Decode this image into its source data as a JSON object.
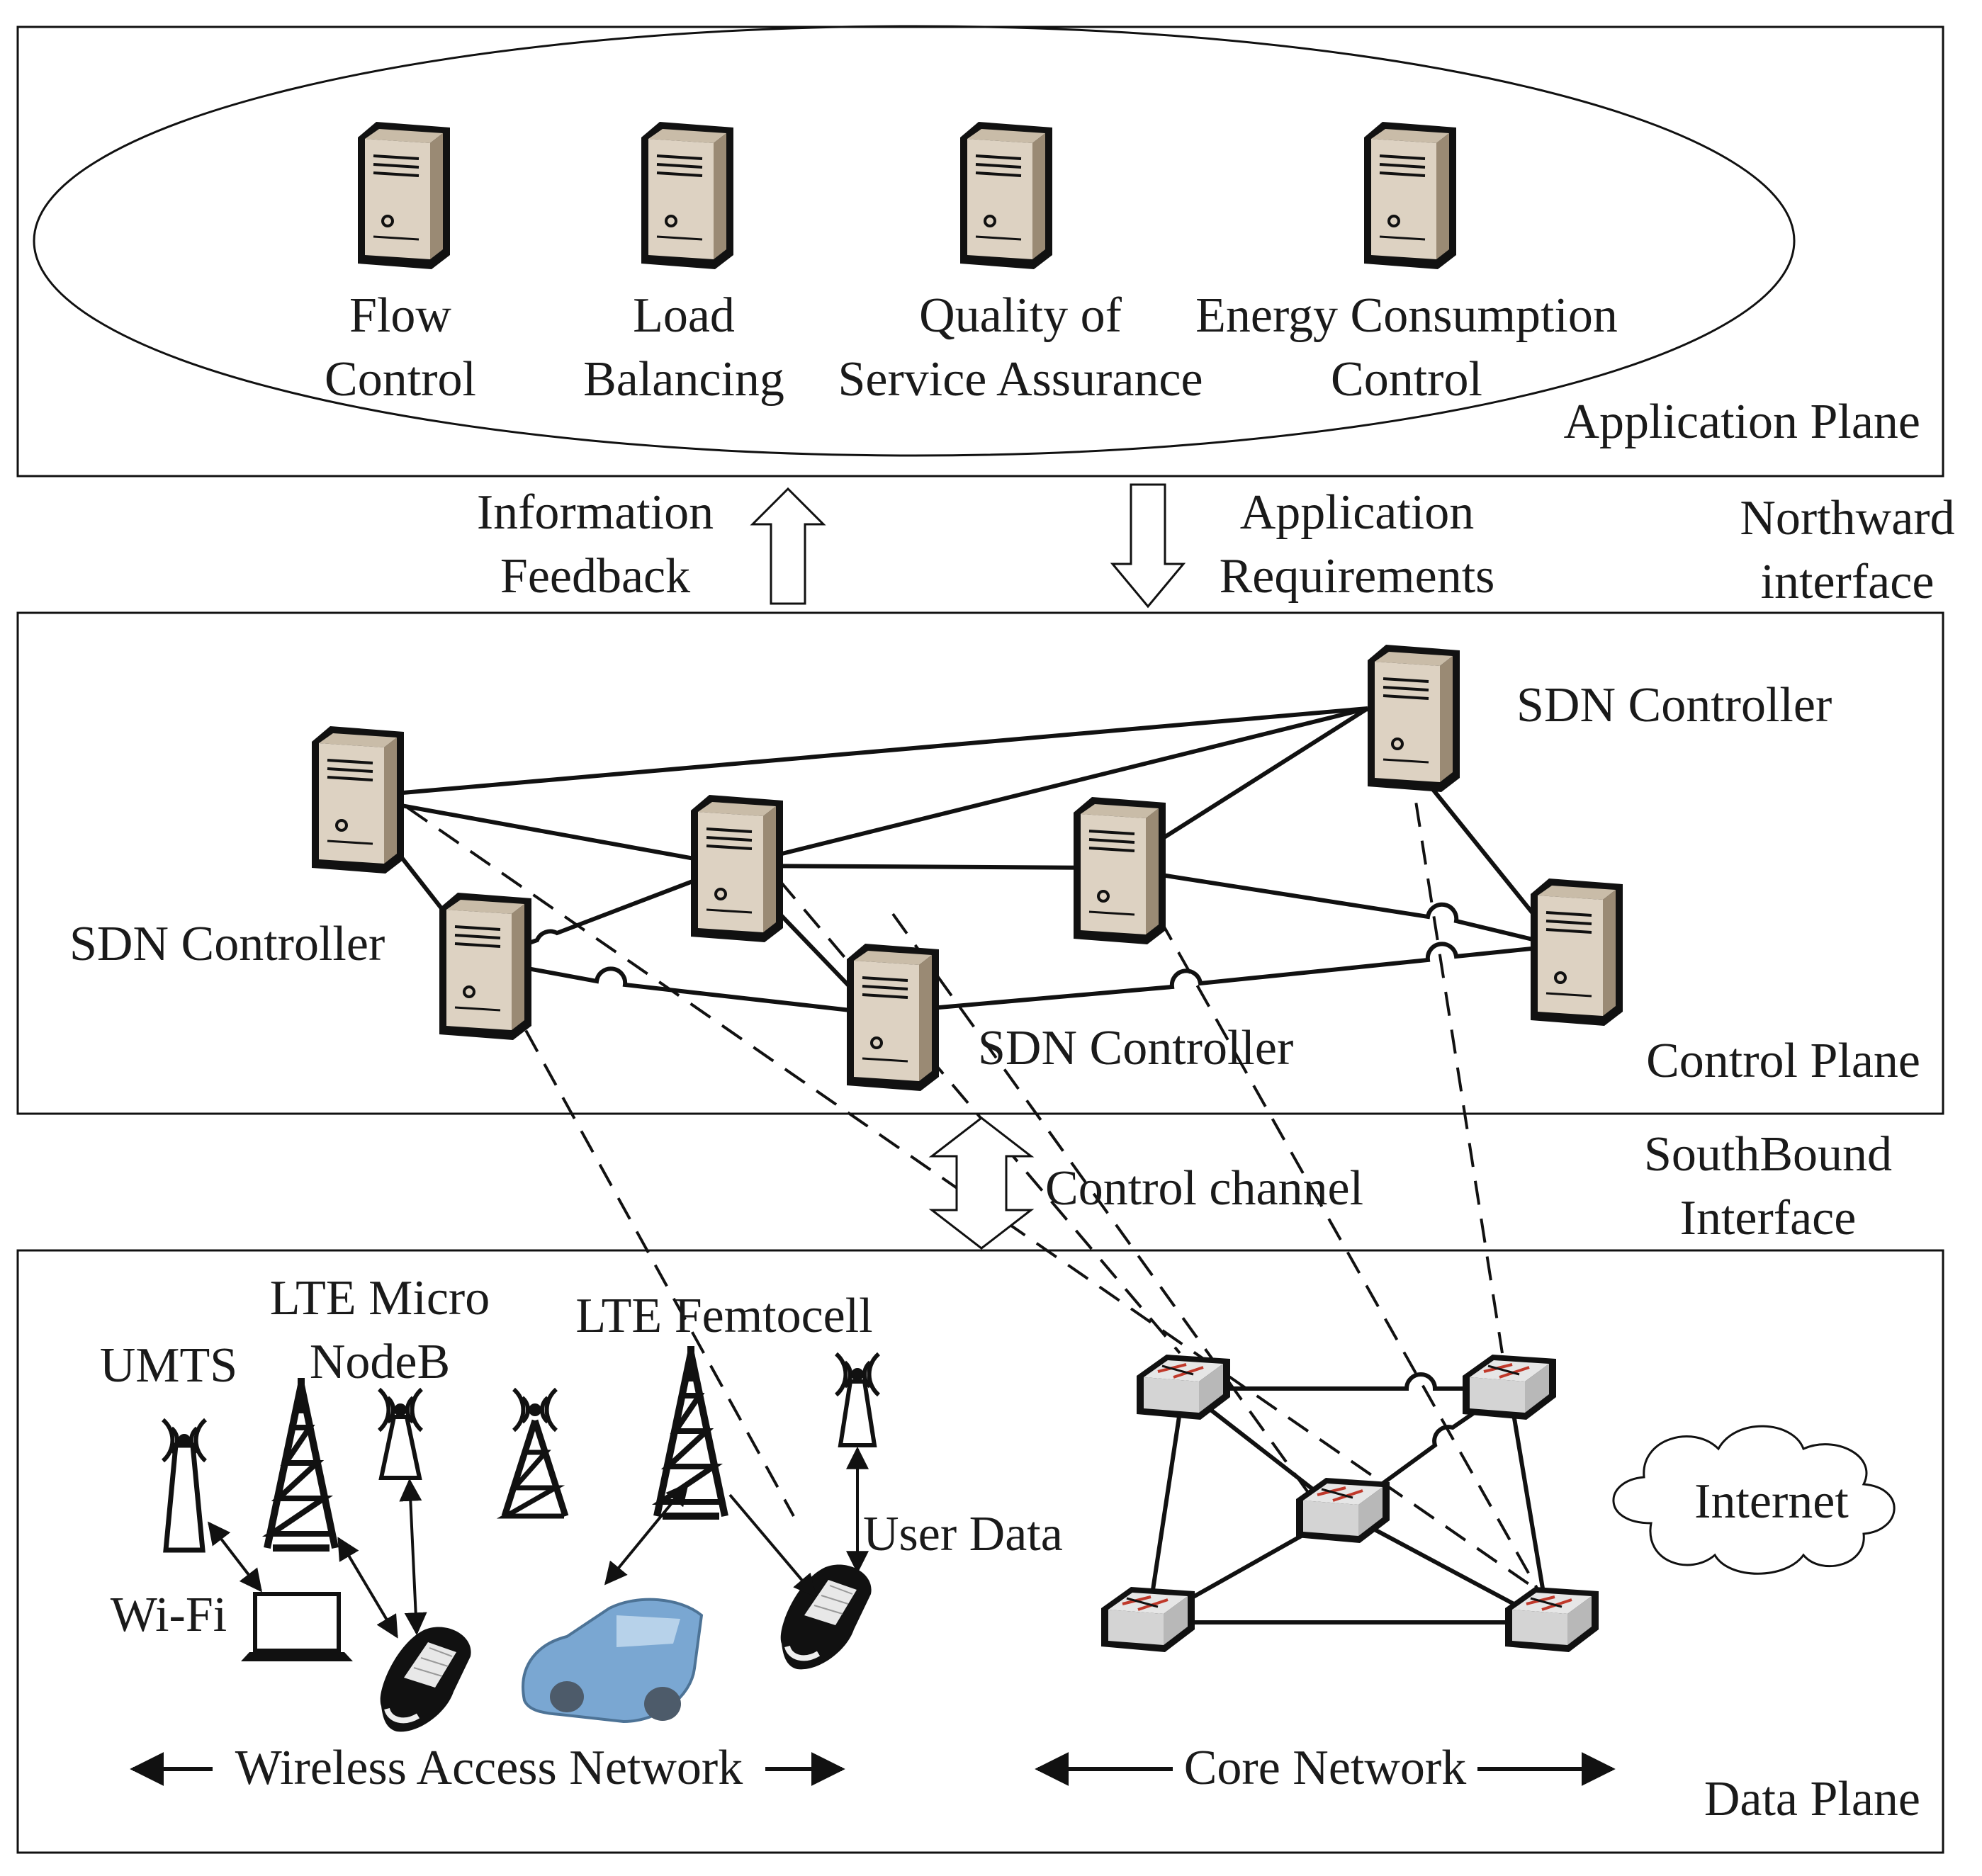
{
  "application_plane": {
    "label": "Application Plane",
    "apps": [
      {
        "icon": "server-icon",
        "lines": [
          "Flow",
          "Control"
        ]
      },
      {
        "icon": "server-icon",
        "lines": [
          "Load",
          "Balancing"
        ]
      },
      {
        "icon": "server-icon",
        "lines": [
          "Quality of",
          "Service Assurance"
        ]
      },
      {
        "icon": "server-icon",
        "lines": [
          "Energy Consumption",
          "Control"
        ]
      }
    ]
  },
  "northbound": {
    "feedback": [
      "Information",
      "Feedback"
    ],
    "requirements": [
      "Application",
      "Requirements"
    ],
    "interface": [
      "Northward",
      "interface"
    ]
  },
  "control_plane": {
    "label": "Control Plane",
    "controller_labels": [
      "SDN Controller",
      "SDN Controller",
      "SDN Controller"
    ]
  },
  "southbound": {
    "channel": "Control channel",
    "interface": [
      "SouthBound",
      "Interface"
    ]
  },
  "data_plane": {
    "label": "Data Plane",
    "umts": "UMTS",
    "lte_micro": [
      "LTE Micro",
      "NodeB"
    ],
    "lte_femto": "LTE Femtocell",
    "wifi": "Wi-Fi",
    "user_data": "User Data",
    "internet": "Internet",
    "wireless_access": "Wireless Access Network",
    "core_network": "Core Network"
  },
  "colors": {
    "stroke": "#111111",
    "server_face": "#d9cdbb",
    "server_side": "#9a8a74",
    "switch": "#e2e2e2",
    "switch_arrow": "#c0392b",
    "car": "#7aa7d2"
  }
}
